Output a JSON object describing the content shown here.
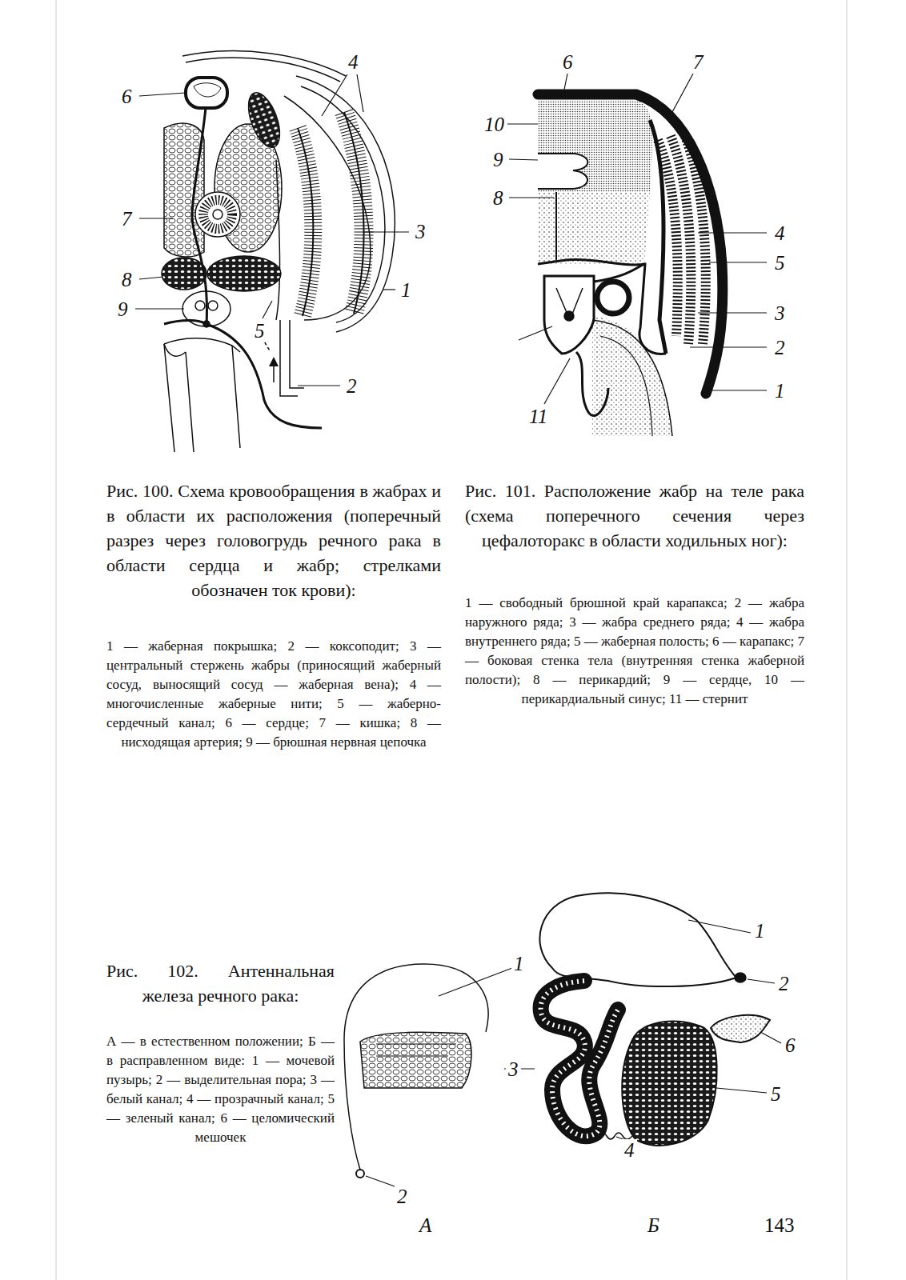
{
  "diagram": {
    "labels": [
      "4",
      "6",
      "7",
      "3",
      "8",
      "1",
      "9",
      "5",
      "2",
      "6",
      "7",
      "10",
      "9",
      "8",
      "4",
      "5",
      "3",
      "2",
      "1",
      "11",
      "Рис. 100. Схема кровообращения в жабрах и в области их расположения (поперечный разрез через головогрудь речного рака в области сердца и жабр; стрелками обозначен ток крови):",
      "1 — жаберная покрышка; 2 — коксоподит; 3 — центральный стержень жабры (приносящий жаберный сосуд, выносящий сосуд — жаберная вена); 4 — многочисленные жаберные нити; 5 — жаберно-сердечный канал; 6 — сердце; 7 — кишка; 8 — нисходящая артерия; 9 — брюшная нервная цепочка",
      "Рис. 101. Расположение жабр на теле рака (схема поперечного сечения через цефалоторакс в области ходильных ног):",
      "1 — свободный брюшной край карапакса; 2 — жабра наружного ряда; 3 — жабра среднего ряда; 4 — жабра внутреннего ряда; 5 — жаберная полость; 6 — карапакс; 7 — боковая стенка тела (внутренняя стенка жаберной полости); 8 — перикардий; 9 — сердце, 10 — перикардиальный синус; 11 — стернит",
      "1",
      "2",
      "1",
      "Рис. 102. Антеннальная железа речного рака:",
      "6",
      "А — в естественном положении; Б — в расправленном виде: 1 — мочевой пузырь; 2 — выделительная пора; 3 — белый канал; 4 — прозрачный канал; 5 — зеленый канал; 6 — целомический мешочек",
      "3",
      "5",
      "2",
      "4",
      "А",
      "Б",
      "143"
    ]
  }
}
